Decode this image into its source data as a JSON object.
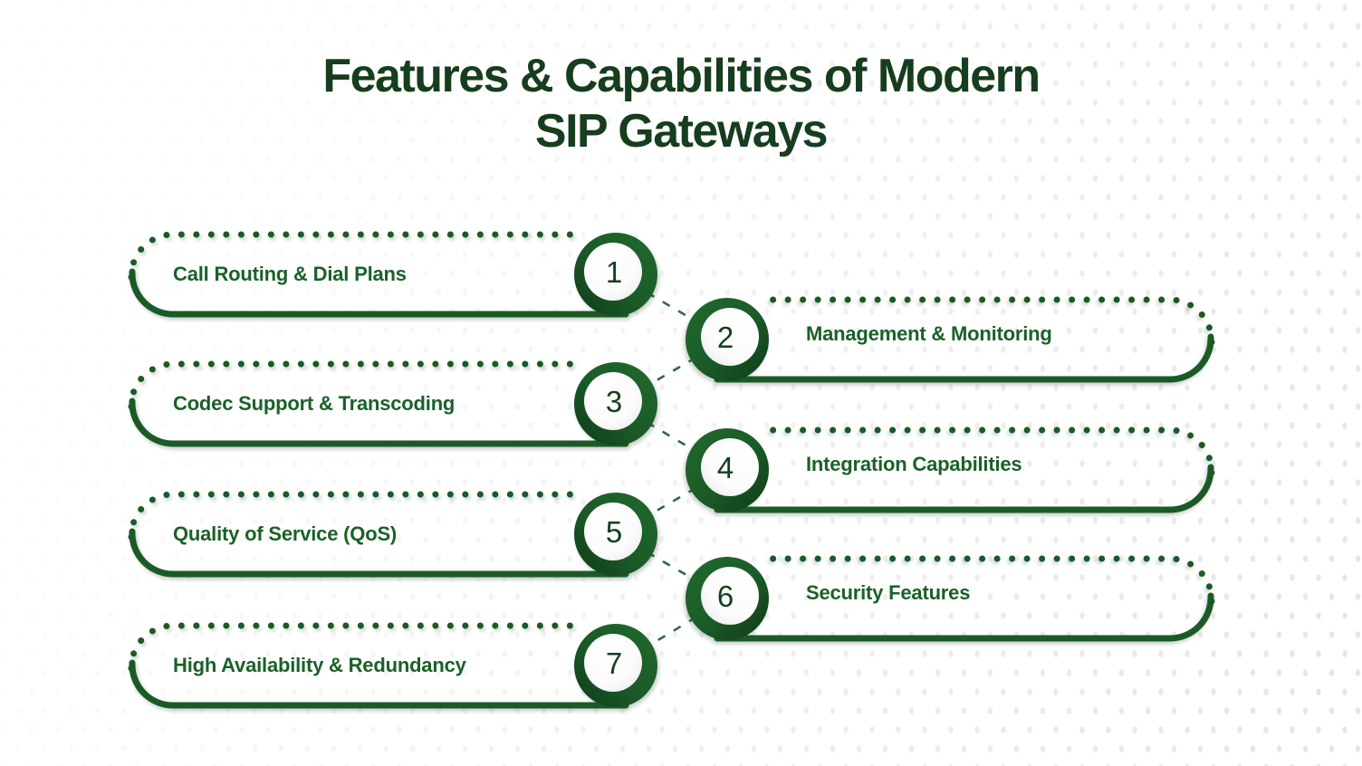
{
  "title": {
    "line1": "Features & Capabilities of Modern",
    "line2": "SIP Gateways"
  },
  "items": [
    {
      "number": "1",
      "label": "Call Routing & Dial Plans",
      "side": "left"
    },
    {
      "number": "2",
      "label": "Management & Monitoring",
      "side": "right"
    },
    {
      "number": "3",
      "label": "Codec Support & Transcoding",
      "side": "left"
    },
    {
      "number": "4",
      "label": "Integration Capabilities",
      "side": "right"
    },
    {
      "number": "5",
      "label": "Quality of Service (QoS)",
      "side": "left"
    },
    {
      "number": "6",
      "label": "Security Features",
      "side": "right"
    },
    {
      "number": "7",
      "label": "High Availability & Redundancy",
      "side": "left"
    }
  ],
  "colors": {
    "primary_green": "#1b5a27",
    "ring_green_light": "#1f6a2e",
    "ring_green_dark": "#0f3a19",
    "title_green": "#163d1d",
    "label_green": "#1a6128",
    "number_green": "#14401d",
    "connector_green": "#2f6b3a",
    "background": "#ffffff",
    "pattern_dot": "#e0e0e0"
  }
}
